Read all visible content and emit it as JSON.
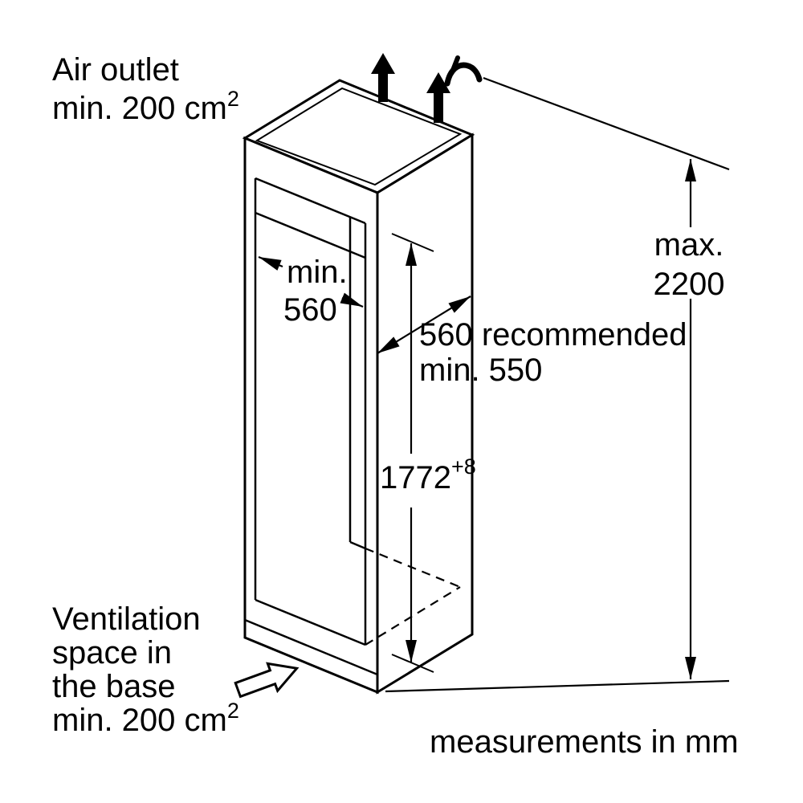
{
  "title": "Built-in appliance niche installation dimensions diagram",
  "labels": {
    "air_outlet": {
      "line1": "Air outlet",
      "line2": "min. 200 cm",
      "sup": "2"
    },
    "niche_width": {
      "line1": "min.",
      "line2": "560"
    },
    "niche_depth": {
      "line1": "560 recommended",
      "line2": "min. 550"
    },
    "niche_height": {
      "value": "1772",
      "sup": "+8"
    },
    "max_height": {
      "line1": "max.",
      "line2": "2200"
    },
    "ventilation": {
      "line1": "Ventilation",
      "line2": "space in",
      "line3": "the base",
      "line4": "min. 200 cm",
      "sup": "2"
    },
    "footer": "measurements in mm"
  },
  "colors": {
    "line": "#000000",
    "background": "#ffffff",
    "text": "#000000"
  }
}
